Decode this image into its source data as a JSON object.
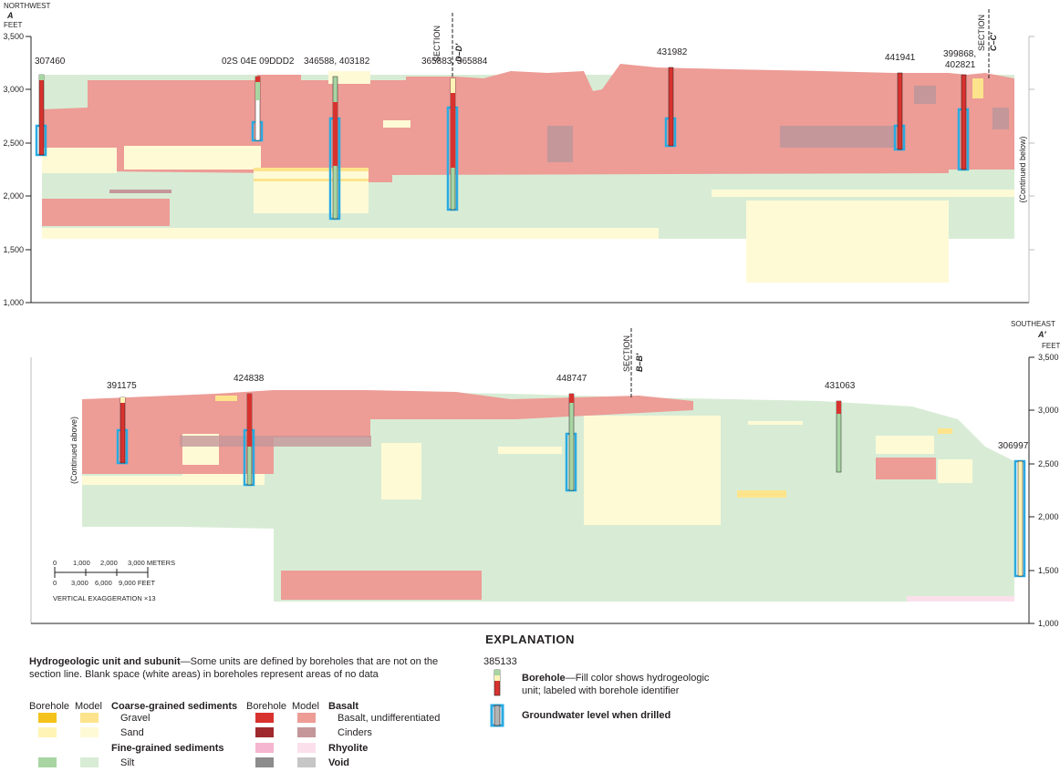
{
  "colors": {
    "gravel_bh": "#f4c21b",
    "gravel_model": "#fde48c",
    "sand_bh": "#fff4b5",
    "sand_model": "#fffad6",
    "silt_bh": "#a8d5a2",
    "silt_model": "#d8ecd5",
    "basalt_bh": "#d8322e",
    "basalt_model": "#ed9c96",
    "cinders_bh": "#9e2a2e",
    "cinders_model": "#c4979a",
    "rhyolite_bh": "#f5b5d0",
    "rhyolite_model": "#fbe0ec",
    "void_bh": "#8c8c8c",
    "void_model": "#c6c6c6",
    "groundwater": "#29aae1"
  },
  "section": {
    "northwest": "NORTHWEST",
    "a": "A",
    "southeast": "SOUTHEAST",
    "a_prime": "A′",
    "feet": "FEET",
    "y_ticks_top": [
      "3,500",
      "3,000",
      "2,500",
      "2,000",
      "1,500",
      "1,000"
    ],
    "y_ticks_bottom": [
      "3,500",
      "3,000",
      "2,500",
      "2,000",
      "1,500",
      "1,000"
    ],
    "continued_below": "(Continued below)",
    "continued_above": "(Continued above)",
    "section_dd": "SECTION",
    "section_dd_name": "D–D′",
    "section_cc": "SECTION",
    "section_cc_name": "C–C′",
    "section_bb": "SECTION",
    "section_bb_name": "B–B′",
    "boreholes_top": [
      "307460",
      "02S 04E 09DDD2",
      "346588, 403182",
      "365883, 365884",
      "431982",
      "441941",
      "399868,",
      "402821"
    ],
    "boreholes_bottom": [
      "391175",
      "424838",
      "448747",
      "431063",
      "306997"
    ]
  },
  "scale": {
    "meters_ticks": [
      "0",
      "1,000",
      "2,000",
      "3,000 METERS"
    ],
    "feet_ticks": [
      "0",
      "3,000",
      "6,000",
      "9,000 FEET"
    ],
    "vertical_exaggeration": "VERTICAL EXAGGERATION ×13"
  },
  "legend": {
    "title": "EXPLANATION",
    "unit_heading": "Hydrogeologic unit and subunit",
    "unit_desc": "—Some units are defined by boreholes that are not on the section line. Blank space (white areas) in boreholes represent areas of no data",
    "col_borehole": "Borehole",
    "col_model": "Model",
    "coarse": "Coarse-grained sediments",
    "gravel": "Gravel",
    "sand": "Sand",
    "fine": "Fine-grained sediments",
    "silt": "Silt",
    "basalt": "Basalt",
    "basalt_undiff": "Basalt, undifferentiated",
    "cinders": "Cinders",
    "rhyolite": "Rhyolite",
    "void": "Void",
    "example_id": "385133",
    "borehole_heading": "Borehole",
    "borehole_desc": "—Fill color shows hydrogeologic unit; labeled with borehole identifier",
    "gw": "Groundwater level when drilled"
  }
}
